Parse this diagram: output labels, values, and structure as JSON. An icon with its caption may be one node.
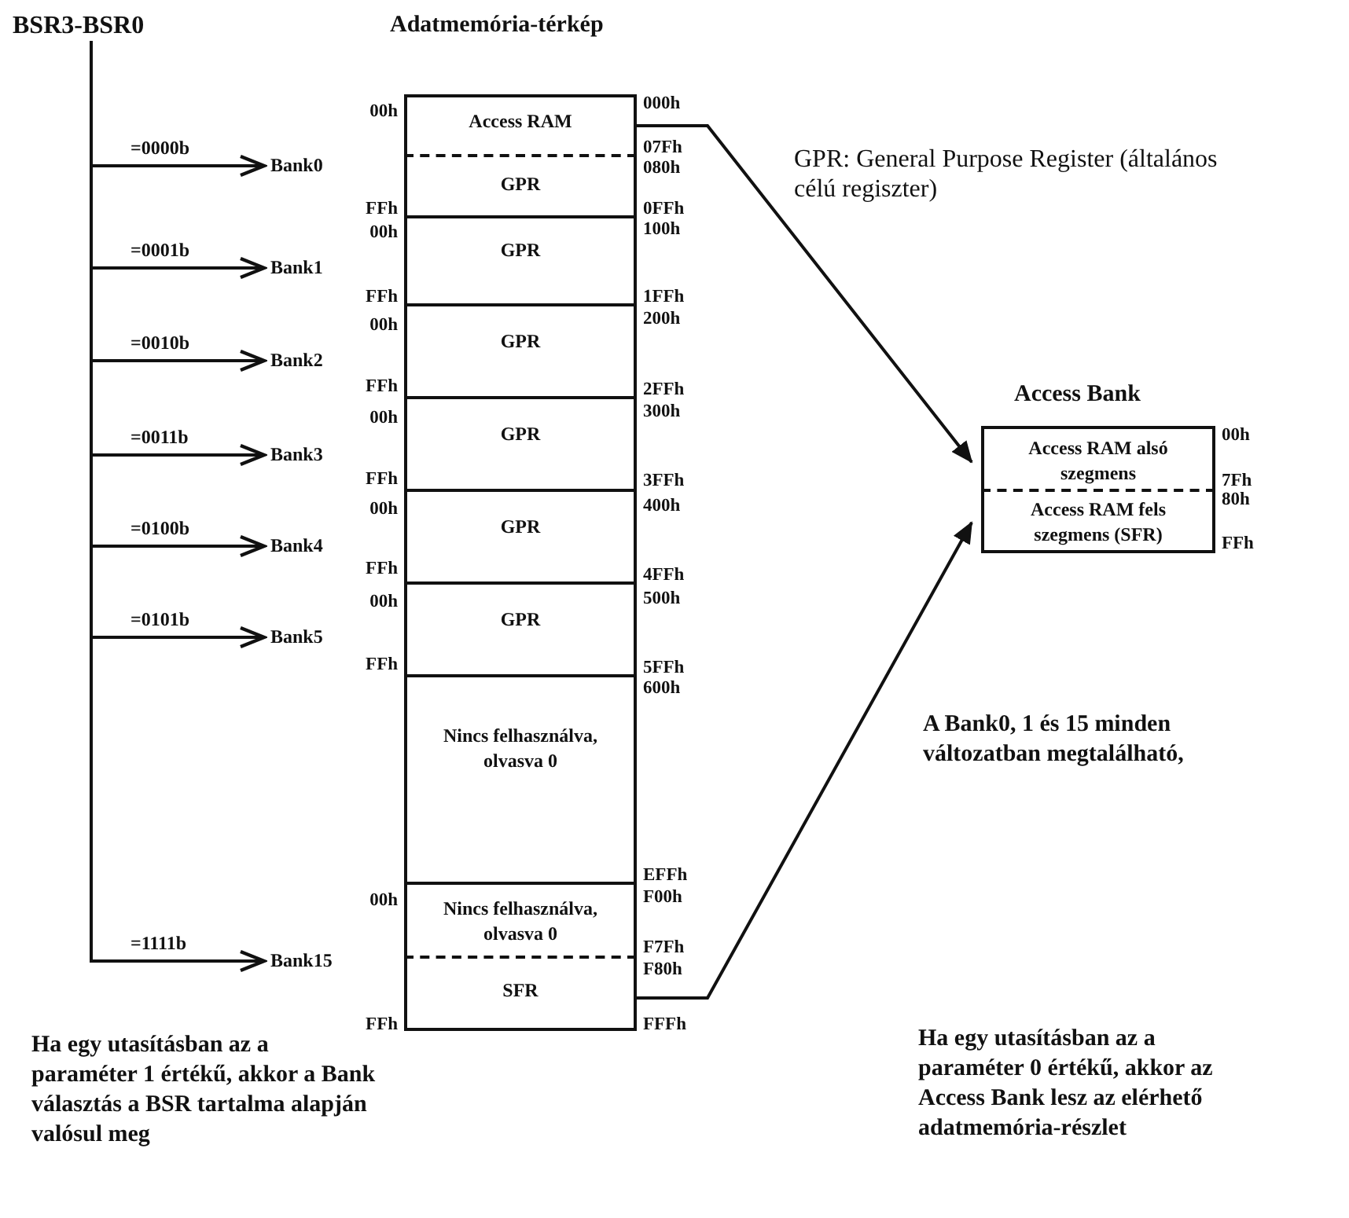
{
  "diagram": {
    "nodes": [
      {
        "text": [
          "BSR3-BSR0"
        ]
      },
      {
        "text": [
          "Bank0"
        ]
      },
      {
        "text": [
          "Bank1"
        ]
      },
      {
        "text": [
          "Bank2"
        ]
      },
      {
        "text": [
          "Bank3"
        ]
      },
      {
        "text": [
          "Bank4"
        ]
      },
      {
        "text": [
          "Bank5"
        ]
      },
      {
        "text": [
          "Bank15"
        ]
      },
      {
        "text": [
          "Adatmemória-térkép"
        ]
      },
      {
        "text": [
          "Access RAM"
        ],
        "in": 8,
        "beside": [
          "00h",
          "000h",
          "07Fh"
        ]
      },
      {
        "text": [
          "GPR"
        ],
        "in": 8,
        "beside": [
          "080h",
          "FFh",
          "0FFh"
        ]
      },
      {
        "text": [
          "GPR"
        ],
        "in": 8,
        "beside": [
          "00h",
          "100h",
          "FFh",
          "1FFh"
        ]
      },
      {
        "text": [
          "GPR"
        ],
        "in": 8,
        "beside": [
          "00h",
          "200h",
          "FFh",
          "2FFh"
        ]
      },
      {
        "text": [
          "GPR"
        ],
        "in": 8,
        "beside": [
          "00h",
          "300h",
          "FFh",
          "3FFh"
        ]
      },
      {
        "text": [
          "GPR"
        ],
        "in": 8,
        "beside": [
          "00h",
          "400h",
          "FFh",
          "4FFh"
        ]
      },
      {
        "text": [
          "GPR"
        ],
        "in": 8,
        "beside": [
          "00h",
          "500h",
          "FFh",
          "5FFh"
        ]
      },
      {
        "text": [
          "Nincs felhasználva, olvasva 0"
        ],
        "in": 8,
        "beside": [
          "600h",
          "EFFh"
        ]
      },
      {
        "text": [
          "Nincs felhasználva, olvasva 0"
        ],
        "in": 8,
        "beside": [
          "00h",
          "F00h",
          "F7Fh"
        ]
      },
      {
        "text": [
          "SFR"
        ],
        "in": 8,
        "beside": [
          "F80h",
          "FFh",
          "FFFh"
        ]
      },
      {
        "text": [
          "Access Bank"
        ]
      },
      {
        "text": [
          "Access RAM alsó szegmens"
        ],
        "in": 19,
        "beside": [
          "00h",
          "7Fh"
        ]
      },
      {
        "text": [
          "Access RAM fels szegmens (SFR)"
        ],
        "in": 19,
        "beside": [
          "80h",
          "FFh"
        ]
      }
    ],
    "edges": [
      {
        "from": 0,
        "to": 1,
        "arrow": "to",
        "label": "=0000b"
      },
      {
        "from": 0,
        "to": 2,
        "arrow": "to",
        "label": "=0001b"
      },
      {
        "from": 0,
        "to": 3,
        "arrow": "to",
        "label": "=0010b"
      },
      {
        "from": 0,
        "to": 4,
        "arrow": "to",
        "label": "=0011b"
      },
      {
        "from": 0,
        "to": 5,
        "arrow": "to",
        "label": "=0100b"
      },
      {
        "from": 0,
        "to": 6,
        "arrow": "to",
        "label": "=0101b"
      },
      {
        "from": 0,
        "to": 7,
        "arrow": "to",
        "label": "=1111b"
      },
      {
        "from": 9,
        "to": 20,
        "arrow": "to"
      },
      {
        "from": 18,
        "to": 21,
        "arrow": "to"
      }
    ],
    "labels": [
      "GPR: General Purpose Register (általános célú regiszter)",
      "A Bank0, 1 és 15 minden változatban megtalálható,",
      "Ha egy utasításban az a paraméter 1 értékű, akkor a Bank választás a BSR tartalma alapján valósul meg",
      "Ha egy utasításban az a paraméter 0 értékű, akkor az Access Bank lesz az elérhető adatmemória-részlet"
    ]
  }
}
